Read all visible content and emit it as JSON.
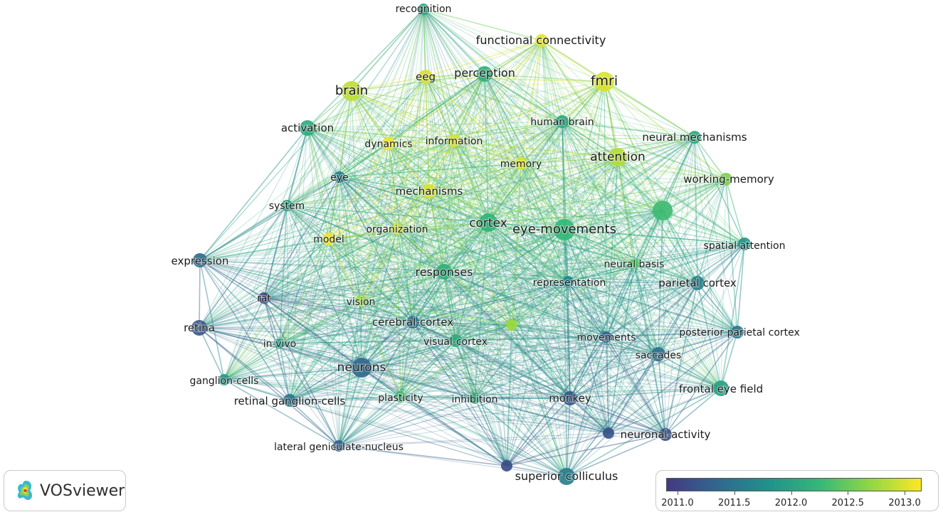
{
  "brand": {
    "name": "VOSviewer"
  },
  "legend": {
    "min": 2010.9,
    "max": 2013.15,
    "ticks": [
      "2011.0",
      "2011.5",
      "2012.0",
      "2012.5",
      "2013.0"
    ],
    "colors": [
      "#443983",
      "#31688e",
      "#21918c",
      "#35b779",
      "#90d743",
      "#fde725"
    ]
  },
  "nodes": [
    {
      "id": "recognition",
      "label": "recognition",
      "year": 2012.0,
      "r": 8
    },
    {
      "id": "functional_connectivity",
      "label": "functional connectivity",
      "year": 2013.05,
      "r": 9
    },
    {
      "id": "brain",
      "label": "brain",
      "year": 2012.9,
      "r": 14
    },
    {
      "id": "eeg",
      "label": "eeg",
      "year": 2013.0,
      "r": 10
    },
    {
      "id": "perception",
      "label": "perception",
      "year": 2012.15,
      "r": 11
    },
    {
      "id": "fmri",
      "label": "fmri",
      "year": 2013.0,
      "r": 14
    },
    {
      "id": "activation",
      "label": "activation",
      "year": 2012.1,
      "r": 11
    },
    {
      "id": "human_brain",
      "label": "human brain",
      "year": 2012.05,
      "r": 9
    },
    {
      "id": "dynamics",
      "label": "dynamics",
      "year": 2013.1,
      "r": 9
    },
    {
      "id": "information",
      "label": "information",
      "year": 2013.0,
      "r": 9
    },
    {
      "id": "neural_mechanisms",
      "label": "neural mechanisms",
      "year": 2012.1,
      "r": 9
    },
    {
      "id": "memory",
      "label": "memory",
      "year": 2013.0,
      "r": 9
    },
    {
      "id": "attention",
      "label": "attention",
      "year": 2012.85,
      "r": 13
    },
    {
      "id": "eye",
      "label": "eye",
      "year": 2011.6,
      "r": 8
    },
    {
      "id": "working_memory",
      "label": "working-memory",
      "year": 2012.6,
      "r": 9
    },
    {
      "id": "mechanisms",
      "label": "mechanisms",
      "year": 2013.0,
      "r": 10
    },
    {
      "id": "system",
      "label": "system",
      "year": 2012.0,
      "r": 8
    },
    {
      "id": "unlabeled_green",
      "label": "",
      "year": 2012.3,
      "r": 14
    },
    {
      "id": "cortex",
      "label": "cortex",
      "year": 2012.2,
      "r": 13
    },
    {
      "id": "eye_movements",
      "label": "eye-movements",
      "year": 2012.25,
      "r": 15
    },
    {
      "id": "model",
      "label": "model",
      "year": 2013.1,
      "r": 9
    },
    {
      "id": "organization",
      "label": "organization",
      "year": 2012.95,
      "r": 8
    },
    {
      "id": "spatial_attention",
      "label": "spatial attention",
      "year": 2011.85,
      "r": 9
    },
    {
      "id": "expression",
      "label": "expression",
      "year": 2011.4,
      "r": 10
    },
    {
      "id": "responses",
      "label": "responses",
      "year": 2012.15,
      "r": 11
    },
    {
      "id": "neural_basis",
      "label": "neural basis",
      "year": 2012.4,
      "r": 7
    },
    {
      "id": "representation",
      "label": "representation",
      "year": 2011.7,
      "r": 8
    },
    {
      "id": "parietal_cortex",
      "label": "parietal cortex",
      "year": 2011.65,
      "r": 10
    },
    {
      "id": "rat",
      "label": "rat",
      "year": 2011.05,
      "r": 8
    },
    {
      "id": "vision",
      "label": "vision",
      "year": 2012.75,
      "r": 8
    },
    {
      "id": "retina",
      "label": "retina",
      "year": 2011.2,
      "r": 11
    },
    {
      "id": "cerebral_cortex",
      "label": "cerebral-cortex",
      "year": 2011.5,
      "r": 9
    },
    {
      "id": "unlabeled_lime",
      "label": "",
      "year": 2012.75,
      "r": 8
    },
    {
      "id": "movements",
      "label": "movements",
      "year": 2011.3,
      "r": 8
    },
    {
      "id": "posterior_parietal_cortex",
      "label": "posterior parietal cortex",
      "year": 2011.5,
      "r": 9
    },
    {
      "id": "in_vivo",
      "label": "in-vivo",
      "year": 2012.0,
      "r": 7
    },
    {
      "id": "visual_cortex",
      "label": "visual-cortex",
      "year": 2012.1,
      "r": 9
    },
    {
      "id": "saccades",
      "label": "saccades",
      "year": 2011.45,
      "r": 10
    },
    {
      "id": "neurons",
      "label": "neurons",
      "year": 2011.35,
      "r": 14
    },
    {
      "id": "ganglion_cells",
      "label": "ganglion-cells",
      "year": 2011.9,
      "r": 8
    },
    {
      "id": "frontal_eye_field",
      "label": "frontal eye field",
      "year": 2012.0,
      "r": 11
    },
    {
      "id": "retinal_ganglion_cells",
      "label": "retinal ganglion-cells",
      "year": 2011.5,
      "r": 9
    },
    {
      "id": "plasticity",
      "label": "plasticity",
      "year": 2012.3,
      "r": 8
    },
    {
      "id": "inhibition",
      "label": "inhibition",
      "year": 2012.15,
      "r": 8
    },
    {
      "id": "monkey",
      "label": "monkey",
      "year": 2011.2,
      "r": 10
    },
    {
      "id": "neuronal_activity",
      "label": "neuronal-activity",
      "year": 2011.15,
      "r": 9
    },
    {
      "id": "unlabeled_purple",
      "label": "",
      "year": 2011.15,
      "r": 8
    },
    {
      "id": "lateral_geniculate_nucleus",
      "label": "lateral geniculate-nucleus",
      "year": 2011.3,
      "r": 8
    },
    {
      "id": "unlabeled_violet",
      "label": "",
      "year": 2011.1,
      "r": 8
    },
    {
      "id": "superior_colliculus",
      "label": "superior colliculus",
      "year": 2011.6,
      "r": 12
    }
  ]
}
